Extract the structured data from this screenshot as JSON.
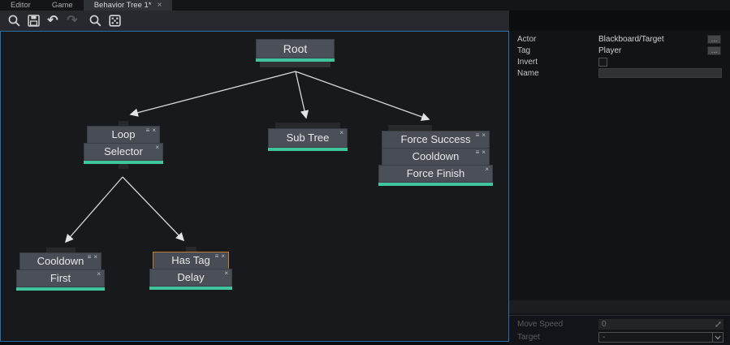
{
  "window": {
    "tabs": [
      {
        "label": "Editor"
      },
      {
        "label": "Game"
      },
      {
        "label": "Behavior Tree 1*",
        "close": "×"
      }
    ]
  },
  "toolbar": {
    "undo_glyph": "↶",
    "redo_glyph": "↷"
  },
  "graph": {
    "icons": {
      "menu": "≡",
      "close": "×"
    },
    "root": {
      "label": "Root"
    },
    "loop": {
      "decorator": "Loop",
      "main": "Selector"
    },
    "subtree": {
      "main": "Sub Tree"
    },
    "force": {
      "decorator_a": "Force Success",
      "decorator_b": "Cooldown",
      "main": "Force Finish"
    },
    "cooldown": {
      "decorator": "Cooldown",
      "main": "First"
    },
    "hastag": {
      "decorator": "Has Tag",
      "main": "Delay"
    }
  },
  "inspector": {
    "actor_label": "Actor",
    "actor_value": "Blackboard/Target",
    "tag_label": "Tag",
    "tag_value": "Player",
    "invert_label": "Invert",
    "name_label": "Name",
    "browse_glyph": "…"
  },
  "footer": {
    "move_speed_label": "Move Speed",
    "move_speed_value": "0",
    "target_label": "Target",
    "target_value": "-"
  },
  "colors": {
    "accent_teal": "#40c49e",
    "selection_orange": "#bd7b35",
    "canvas_border": "#2d6da3",
    "arrow": "#dededf"
  }
}
